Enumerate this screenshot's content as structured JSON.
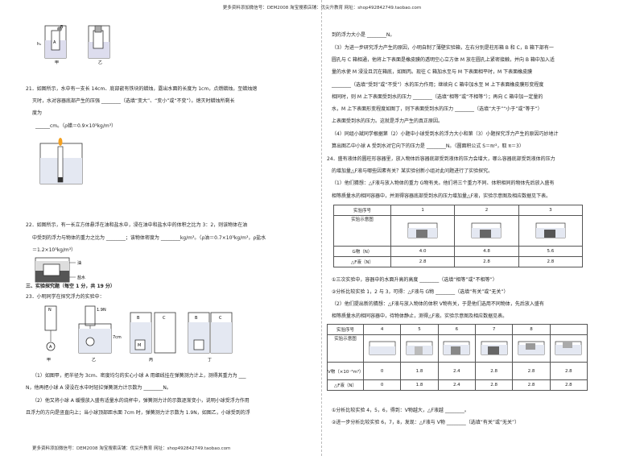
{
  "header": "更多资料添加微信号：DEM2008   淘宝搜索店铺：优尖升教育  网址：shop492842749.taobao.com",
  "footer": "更多资料添加微信号：DEM2008   淘宝搜索店铺：优尖升教育  网址：shop492842749.taobao.com",
  "left": {
    "fig_top_labels": {
      "a": "甲",
      "b": "乙",
      "h1": "h₁",
      "h2": "h₂",
      "A": "A",
      "B": "B"
    },
    "q21_l1": "21．如图所示，水中有一支长 14cm、底部嵌有铁块的蜡烛，露出水面的长度为 1cm，点燃蜡烛，至蜡烛熄",
    "q21_l2": "灭时，水对容器底部产生的压强 ________（选填“变大”、“变小”或“不变”）。熄灭时蜡烛所剩长",
    "q21_l3": "度为",
    "q21_l4": "______cm。（ρ蜡＝0.9×10³kg/m³）",
    "q22_l1": "22．如图所示，有一长立方体悬浮在油和盐水中，浸在油中和盐水中的体积之比为 3：2，则该物体在油",
    "q22_l2": "中受到的浮力与物体的重力之比为 ________；该物体密度为 ________kg/m³。（ρ油＝0.7×10³kg/m³，ρ盐水",
    "q22_l3": "＝1.2×10³kg/m³）",
    "q22_oil": "油",
    "q22_salt": "盐水",
    "sec3": "三、实验探究题（每空 1 分，共 19 分）",
    "q23_l1": "23．小明同学在探究浮力的实验中：",
    "q23_fig": {
      "N": "N",
      "w": "1.9N",
      "cm": "7cm",
      "M": "M",
      "B": "B",
      "C": "C",
      "jia": "甲",
      "yi": "乙",
      "bing": "丙",
      "ding": "丁",
      "A": "A"
    },
    "q23_p1": "（1）如图甲，把半径为 3cm、密度均匀的实心小球 A 用细线挂在弹簧测力计上，测得其重力为 ___",
    "q23_p1b": "N，他再把小球 A 浸没在水中时轻拉弹簧测力计示数为 ________N。",
    "q23_p2": "（2）他又将小球 A 缓慢放入盛有适量水的烧杯中，弹簧测力计的示数逐渐变小，说明小球受浮力作用",
    "q23_p2b": "且浮力的方向是竖直向上；当小球顶部距水面 7cm 时，弹簧测力计示数为 1.9N，如图乙，小球受到的浮"
  },
  "right": {
    "r1": "到的浮力大小是 ________N。",
    "r2": "（3）为进一步研究浮力产生的原因，小明自制了薄壁实验箱，左右分别是柱形箱 B 和 C，B 箱下部有一",
    "r3": "圆孔与 C 箱相通，他将上下表面是橡皮膜的透明空心立方体 M 放在圆孔上紧密接触，并向 B 箱中加入适",
    "r4": "量的水使 M 浸没且沉在箱底，如图丙。现往 C 箱加水至与 M 下表面相平时，M 下表面橡皮膜",
    "r5": "________（选填“受到”或“不受”）水的压力作用；继续向 C 箱中加水至 M 上下表面橡皮膜形变程度",
    "r6": "相同时，则 M 上下表面受到水的压力 ________（选填“相等”或“不相等”）；再向 C 箱中加一定量的",
    "r7": "水，M 上下表面形变程度如图丁，则下表面受到水的压力 ________（选填“大于”“小于”或“等于”）",
    "r8": "上表面受到水的压力。这就是浮力产生的真正原因。",
    "r9": "（4）同组小斌同学根据第（2）小题中小球受到水的浮力大小和第（3）小题探究浮力产生的原因巧妙地计",
    "r10": "算出图乙中小球 A 受到水对它向下的压力是 ________N。（圆面积公式 S＝πr²，取 π＝3）",
    "q24_1": "24．盛有液体的圆柱形容器里，放入物体后容器底部受到液体的压力会增大，哪么容器底部受到液体的压力",
    "q24_2": "的增加量△F液与哪些因素有关？某实验创新小组对此问题进行了实验探究。",
    "q24_3": "（1）他们猜想：△F液与放入物体的重力 G物有关。他们将三个重力不同、体积相同的物体先后放入盛有",
    "q24_4": "相等质量水的相同容器中，并测得容器底部受到水的压力增加量△F液，实验示意图及相应数据见下表。",
    "t1": {
      "h_no": "实验序号",
      "c1": "1",
      "c2": "2",
      "c3": "3",
      "h_pic": "实验示意图",
      "h_g": "G物（N）",
      "g": [
        "4.0",
        "4.8",
        "5.6"
      ],
      "h_f": "△F液（N）",
      "f": [
        "2.8",
        "2.8",
        "2.8"
      ]
    },
    "a1": "①三次实验中，容器中的水面升高的高度 ________（选填“相等”或“不相等”）",
    "a2": "②分析比较实验 1，2 与 3，可得：△F液与 G物 ________（选填“有关”或“无关”）",
    "q24_5": "（2）他们提出新的猜想：△F液与放入物体的体积 V物有关，于是他们选用不同物体，先后放入盛有",
    "q24_6": "相等质量水的相同容器中，待物体静止，测得△F液。实验示意图及相应数据见表。",
    "t2": {
      "h_no": "实验序号",
      "c": [
        "4",
        "5",
        "6",
        "7",
        "8"
      ],
      "h_pic": "实验示意图",
      "h_v": "V物（×10⁻³m³）",
      "v": [
        "0",
        "1.8",
        "2.4",
        "2.8",
        "2.8",
        "2.8"
      ],
      "h_f": "△F液（N）",
      "f": [
        "0",
        "1.8",
        "2.4",
        "2.8",
        "2.8",
        "2.8"
      ]
    },
    "b1": "①分析比较实验 4，5，6，得到：V物越大，△F液越 ________。",
    "b2": "②进一步分析比较实验 6，7，8，发现：△F液与 V物 ________（选填“有关”或“无关”）"
  }
}
